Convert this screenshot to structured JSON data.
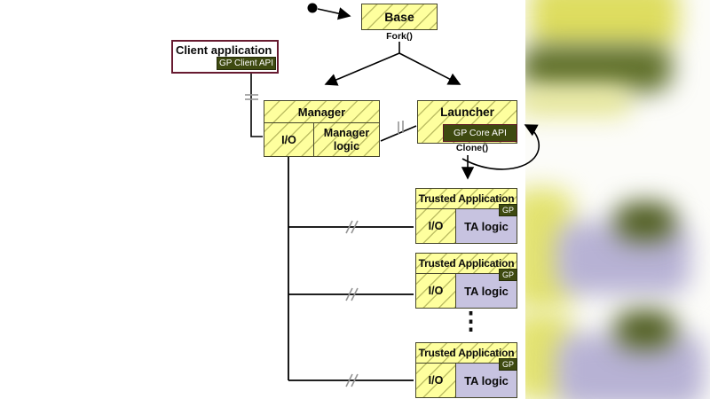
{
  "diagram": {
    "base": {
      "label": "Base"
    },
    "fork_label": "Fork()",
    "client_app": {
      "title": "Client application",
      "api_chip": "GP Client API"
    },
    "manager": {
      "title": "Manager",
      "io": "I/O",
      "logic": "Manager logic"
    },
    "launcher": {
      "title": "Launcher",
      "api_chip": "GP Core API"
    },
    "clone_label": "Clone()",
    "trusted_apps": [
      {
        "title": "Trusted Application",
        "io": "I/O",
        "logic": "TA logic",
        "badge": "GP"
      },
      {
        "title": "Trusted Application",
        "io": "I/O",
        "logic": "TA logic",
        "badge": "GP"
      },
      {
        "title": "Trusted Application",
        "io": "I/O",
        "logic": "TA logic",
        "badge": "GP"
      }
    ],
    "more_indicator": "⋮"
  },
  "colors": {
    "box_fill_yellow": "#feff9e",
    "hatch_line": "#94943e",
    "ta_logic_lavender": "#c7c3e0",
    "api_chip_olive": "#3e4a10",
    "client_border_maroon": "#671a30",
    "connector_black": "#000000",
    "tick_gray": "#949494"
  }
}
